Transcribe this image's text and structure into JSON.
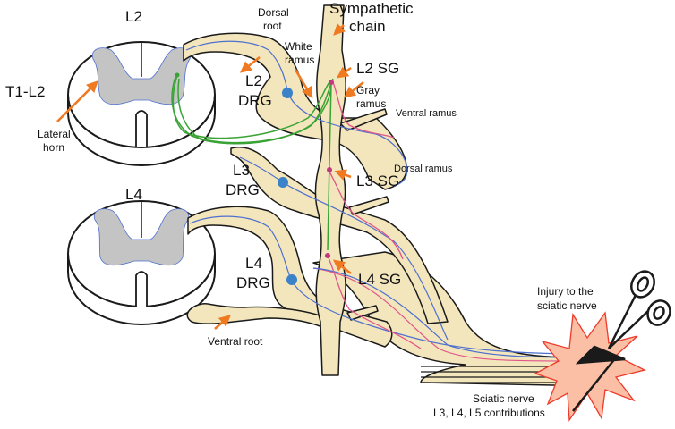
{
  "labels": {
    "l2_segment": "L2",
    "l4_segment": "L4",
    "t1_l2": "T1-L2",
    "lateral_horn_1": "Lateral",
    "lateral_horn_2": "horn",
    "dorsal_root_1": "Dorsal",
    "dorsal_root_2": "root",
    "sympathetic_chain_1": "Sympathetic",
    "sympathetic_chain_2": "chain",
    "white_ramus_1": "White",
    "white_ramus_2": "ramus",
    "l2_sg": "L2 SG",
    "gray_ramus_1": "Gray",
    "gray_ramus_2": "ramus",
    "ventral_ramus": "Ventral ramus",
    "dorsal_ramus": "Dorsal ramus",
    "l2_drg_1": "L2",
    "l2_drg_2": "DRG",
    "l3_drg_1": "L3",
    "l3_drg_2": "DRG",
    "l3_sg": "L3 SG",
    "l4_drg_1": "L4",
    "l4_drg_2": "DRG",
    "l4_sg": "L4 SG",
    "ventral_root": "Ventral root",
    "injury_1": "Injury to the",
    "injury_2": "sciatic nerve",
    "sciatic_1": "Sciatic nerve",
    "sciatic_2": "L3, L4, L5 contributions"
  },
  "colors": {
    "nerve_fill": "#f3e6bc",
    "outline": "#1a1a1a",
    "gray_matter": "#c4c4c4",
    "sympathetic_fiber": "#3aa335",
    "sensory_fiber": "#4d6fcf",
    "postganglionic_fiber": "#e2558a",
    "drg_cell": "#3b82c9",
    "sg_cell": "#c0397e",
    "arrow": "#f07a22",
    "injury_fill": "#fbbfa6",
    "injury_stroke": "#ee3a2a"
  }
}
